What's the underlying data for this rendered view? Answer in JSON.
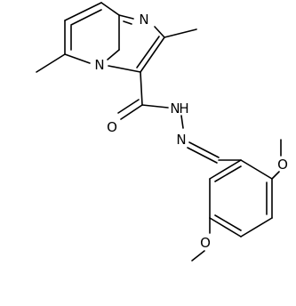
{
  "structure": {
    "atoms": {
      "n_imine": "N",
      "n_bridge": "N",
      "o_carbonyl": "O",
      "n_amide": "N",
      "h_amide": "H",
      "n_hydrazone": "N",
      "o_methoxy_upper": "O",
      "o_methoxy_lower": "O"
    },
    "colors": {
      "bond": "#000000",
      "label": "#000000",
      "background": "#ffffff"
    }
  }
}
